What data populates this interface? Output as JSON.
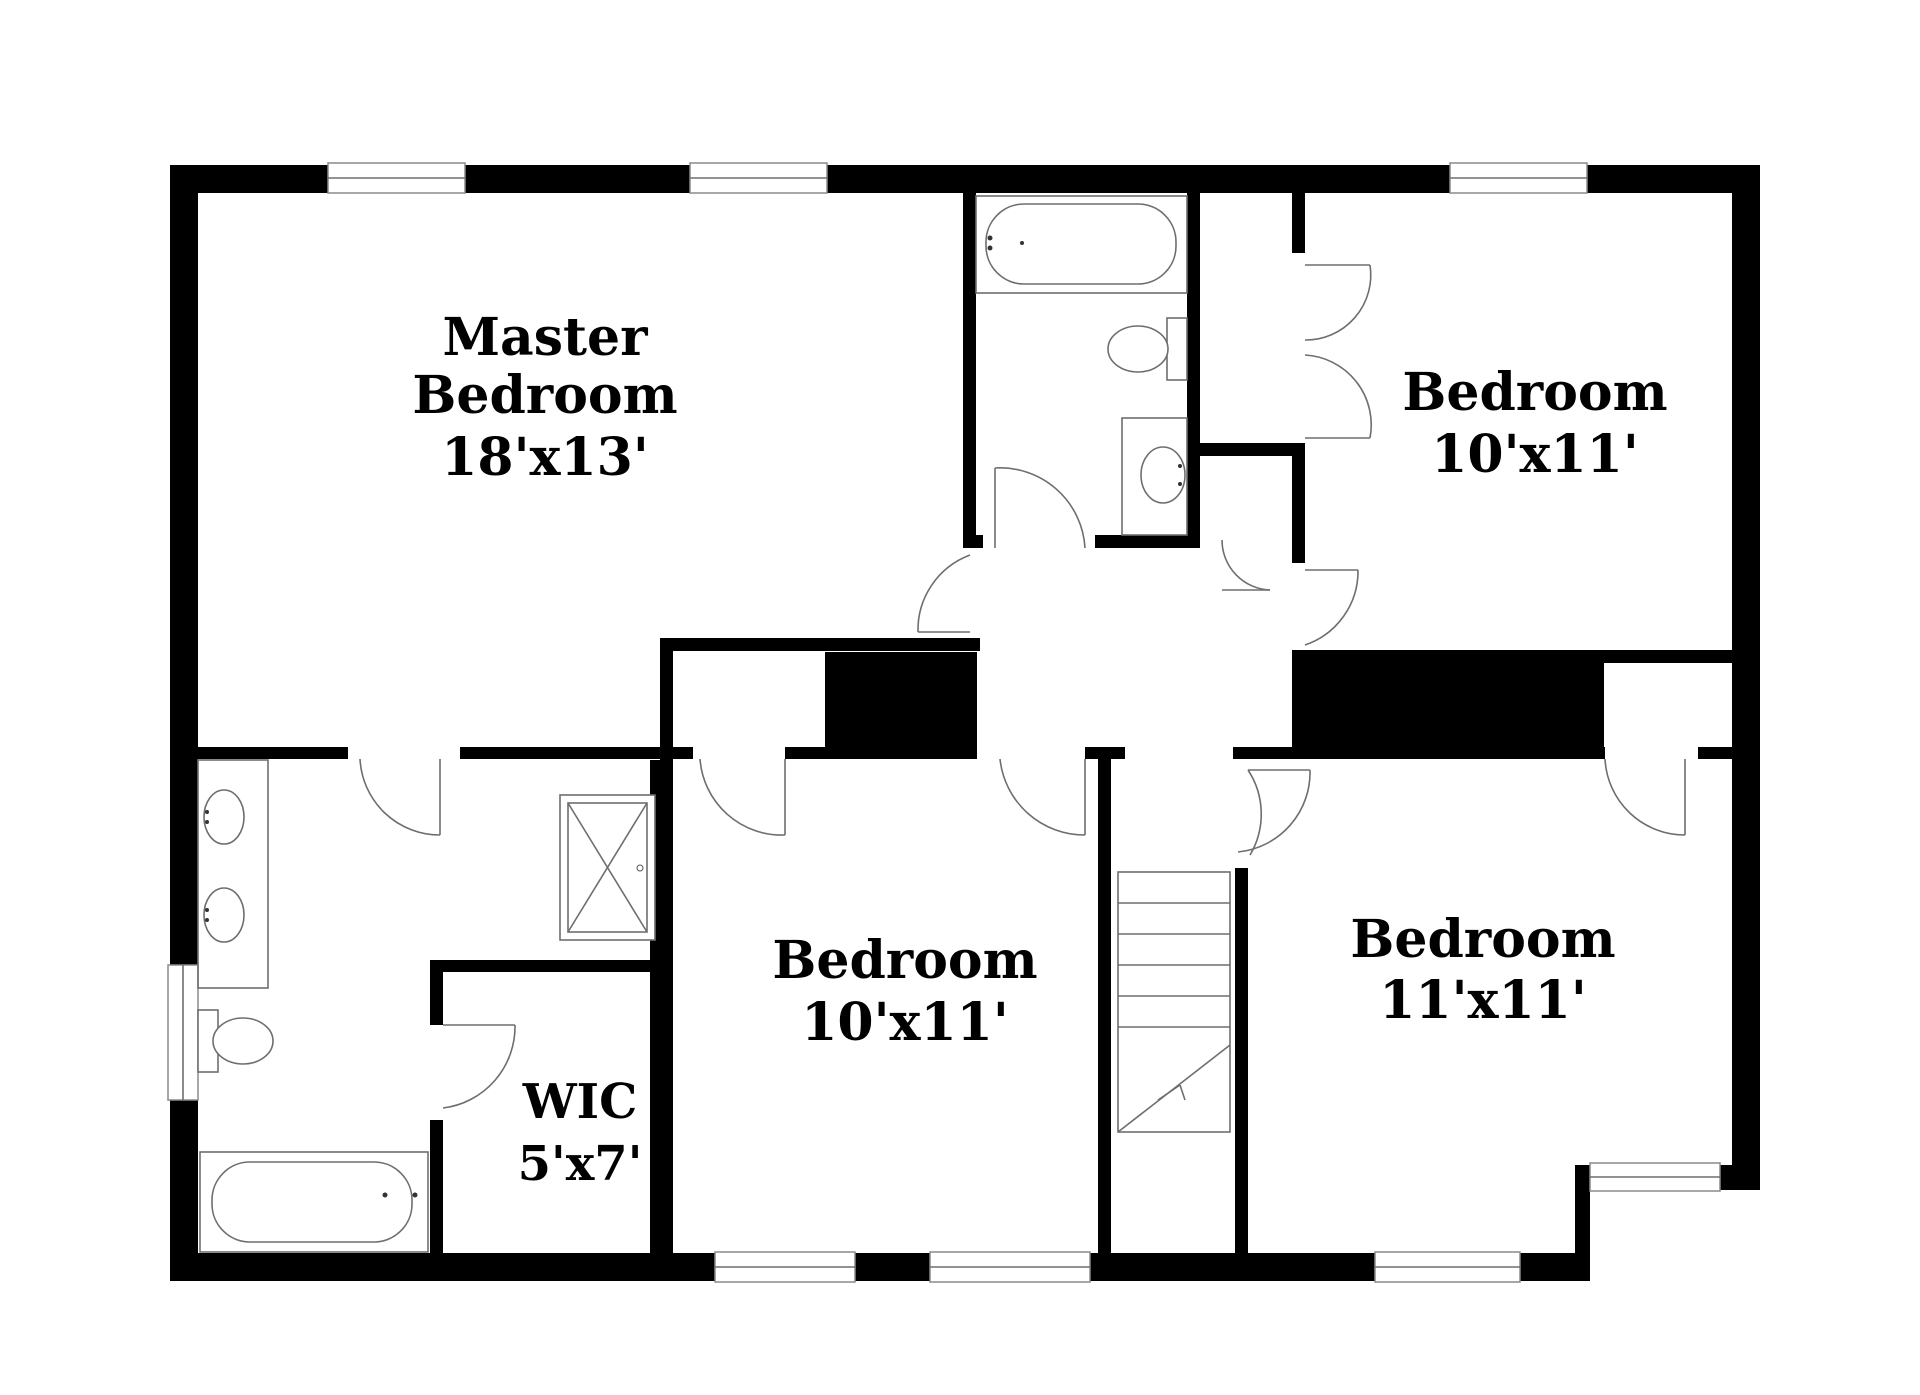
{
  "colors": {
    "wall": "#000000",
    "background": "#ffffff",
    "fixture": "#6e6e6e"
  },
  "rooms": {
    "master": {
      "line1": "Master",
      "line2": "Bedroom",
      "size": "18'x13'"
    },
    "bedroom_ne": {
      "name": "Bedroom",
      "size": "10'x11'"
    },
    "bedroom_center": {
      "name": "Bedroom",
      "size": "10'x11'"
    },
    "bedroom_se": {
      "name": "Bedroom",
      "size": "11'x11'"
    },
    "wic": {
      "name": "WIC",
      "size": "5'x7'"
    }
  },
  "icons": [
    "window-icon",
    "door-swing-icon",
    "bathtub-icon",
    "toilet-icon",
    "sink-icon",
    "shower-icon",
    "stairs-icon"
  ]
}
